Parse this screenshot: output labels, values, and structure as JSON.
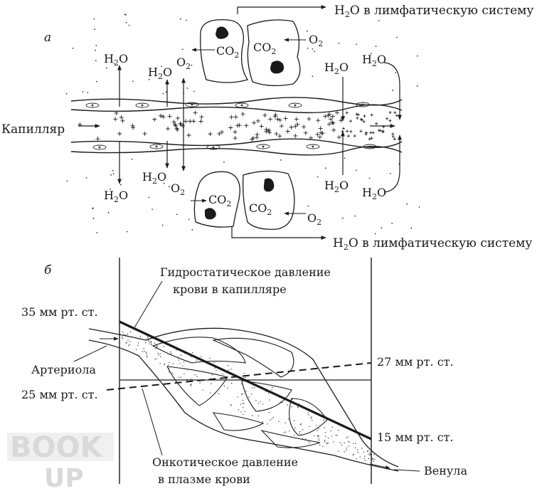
{
  "panel_a": {
    "label": "а",
    "capillary_label": "Капилляр",
    "water": "H",
    "water_sub": "2",
    "water_tail": "O",
    "oxygen": "O",
    "oxygen_sub": "2",
    "co2": "CO",
    "co2_sub": "2",
    "lymph_tail": " в лимфатическую систему"
  },
  "panel_b": {
    "label": "б",
    "hydrostatic_line1": "Гидростатическое давление",
    "hydrostatic_line2": "крови в капилляре",
    "oncotic_line1": "Онкотическое давление",
    "oncotic_line2": "в плазме крови",
    "arteriole": "Артериола",
    "venule": "Венула",
    "p35": "35 мм рт. ст.",
    "p25": "25 мм рт. ст.",
    "p27": "27 мм рт. ст.",
    "p15": "15 мм рт. ст."
  },
  "watermark": {
    "top": "BOOK",
    "bottom": "UP"
  }
}
